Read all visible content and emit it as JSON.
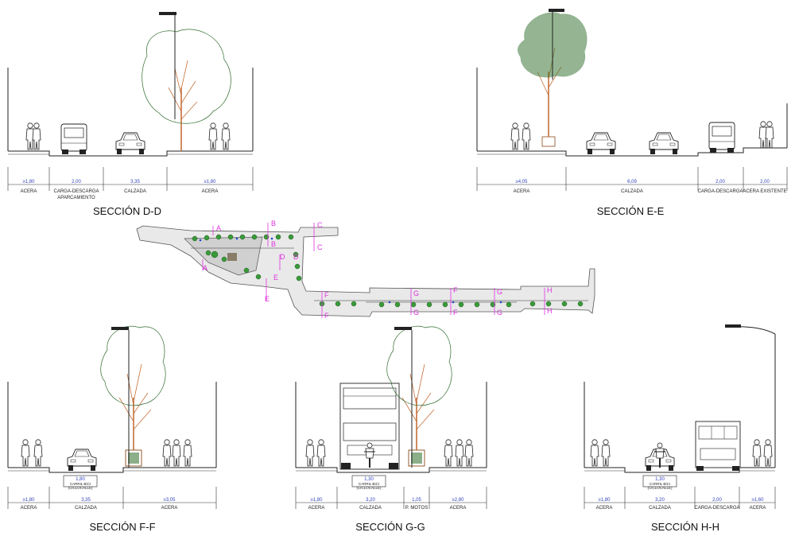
{
  "sections": {
    "dd": {
      "title": "SECCIÓN D-D",
      "dims": [
        "≥1,80",
        "2,00",
        "3,35",
        "≥1,80"
      ],
      "labels": [
        "ACERA",
        "CARGA-DESCARGA",
        "APARCAMIENTO",
        "CALZADA",
        "ACERA"
      ]
    },
    "ee": {
      "title": "SECCIÓN E-E",
      "dims": [
        "≥4,05",
        "6,09",
        "2,00",
        "2,00"
      ],
      "labels": [
        "ACERA",
        "CALZADA",
        "CARGA-DESCARGA",
        "ACERA EXISTENTE"
      ]
    },
    "ff": {
      "title": "SECCIÓN F-F",
      "dims": [
        "≥1,80",
        "3,35",
        "≥3,05",
        "1,80"
      ],
      "labels": [
        "ACERA",
        "CALZADA",
        "ACERA",
        "CARRIL BICI",
        "(CICLOCALLE)"
      ]
    },
    "gg": {
      "title": "SECCIÓN G-G",
      "dims": [
        "≥1,80",
        "3,20",
        "1,05",
        "≥2,80",
        "1,30"
      ],
      "labels": [
        "ACERA",
        "CALZADA",
        "P. MOTOS",
        "ACERA",
        "CARRIL BICI",
        "(CICLOCALLE)"
      ]
    },
    "hh": {
      "title": "SECCIÓN H-H",
      "dims": [
        "≥1,80",
        "3,20",
        "2,00",
        "≥1,60",
        "1,30"
      ],
      "labels": [
        "ACERA",
        "CALZADA",
        "CARGA-DESCARGA",
        "ACERA",
        "CARRIL BICI",
        "(CICLOCALLE)"
      ]
    }
  },
  "plan": {
    "marks": [
      "A",
      "A",
      "B",
      "B",
      "C",
      "C",
      "D",
      "D",
      "E",
      "E",
      "F",
      "F",
      "F",
      "F",
      "G",
      "G",
      "G",
      "G",
      "H",
      "H"
    ]
  },
  "colors": {
    "tree_trunk": "#c5703a",
    "foliage": "#2e6b2e",
    "section_mark": "#e033e0",
    "dimension": "#3344bb"
  }
}
